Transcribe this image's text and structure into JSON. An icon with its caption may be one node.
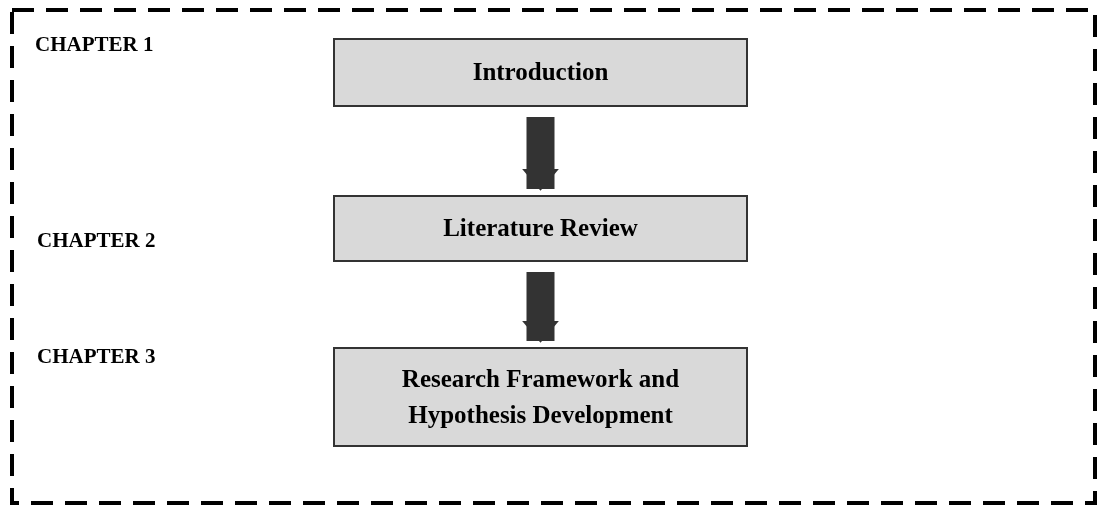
{
  "diagram": {
    "nodes": [
      {
        "text": [],
        "shape": "box"
      },
      {
        "text": [
          "Introduction"
        ],
        "in": 0
      },
      {
        "text": [
          "Literature Review"
        ],
        "in": 0
      },
      {
        "text": [
          "Research Framework and Hypothesis Development"
        ],
        "in": 0
      }
    ],
    "edges": [
      {
        "from": 1,
        "to": 2,
        "arrow": "to"
      },
      {
        "from": 2,
        "to": 3,
        "arrow": "to"
      }
    ],
    "labels": [
      "CHAPTER 1",
      "CHAPTER 2",
      "CHAPTER 3"
    ]
  }
}
